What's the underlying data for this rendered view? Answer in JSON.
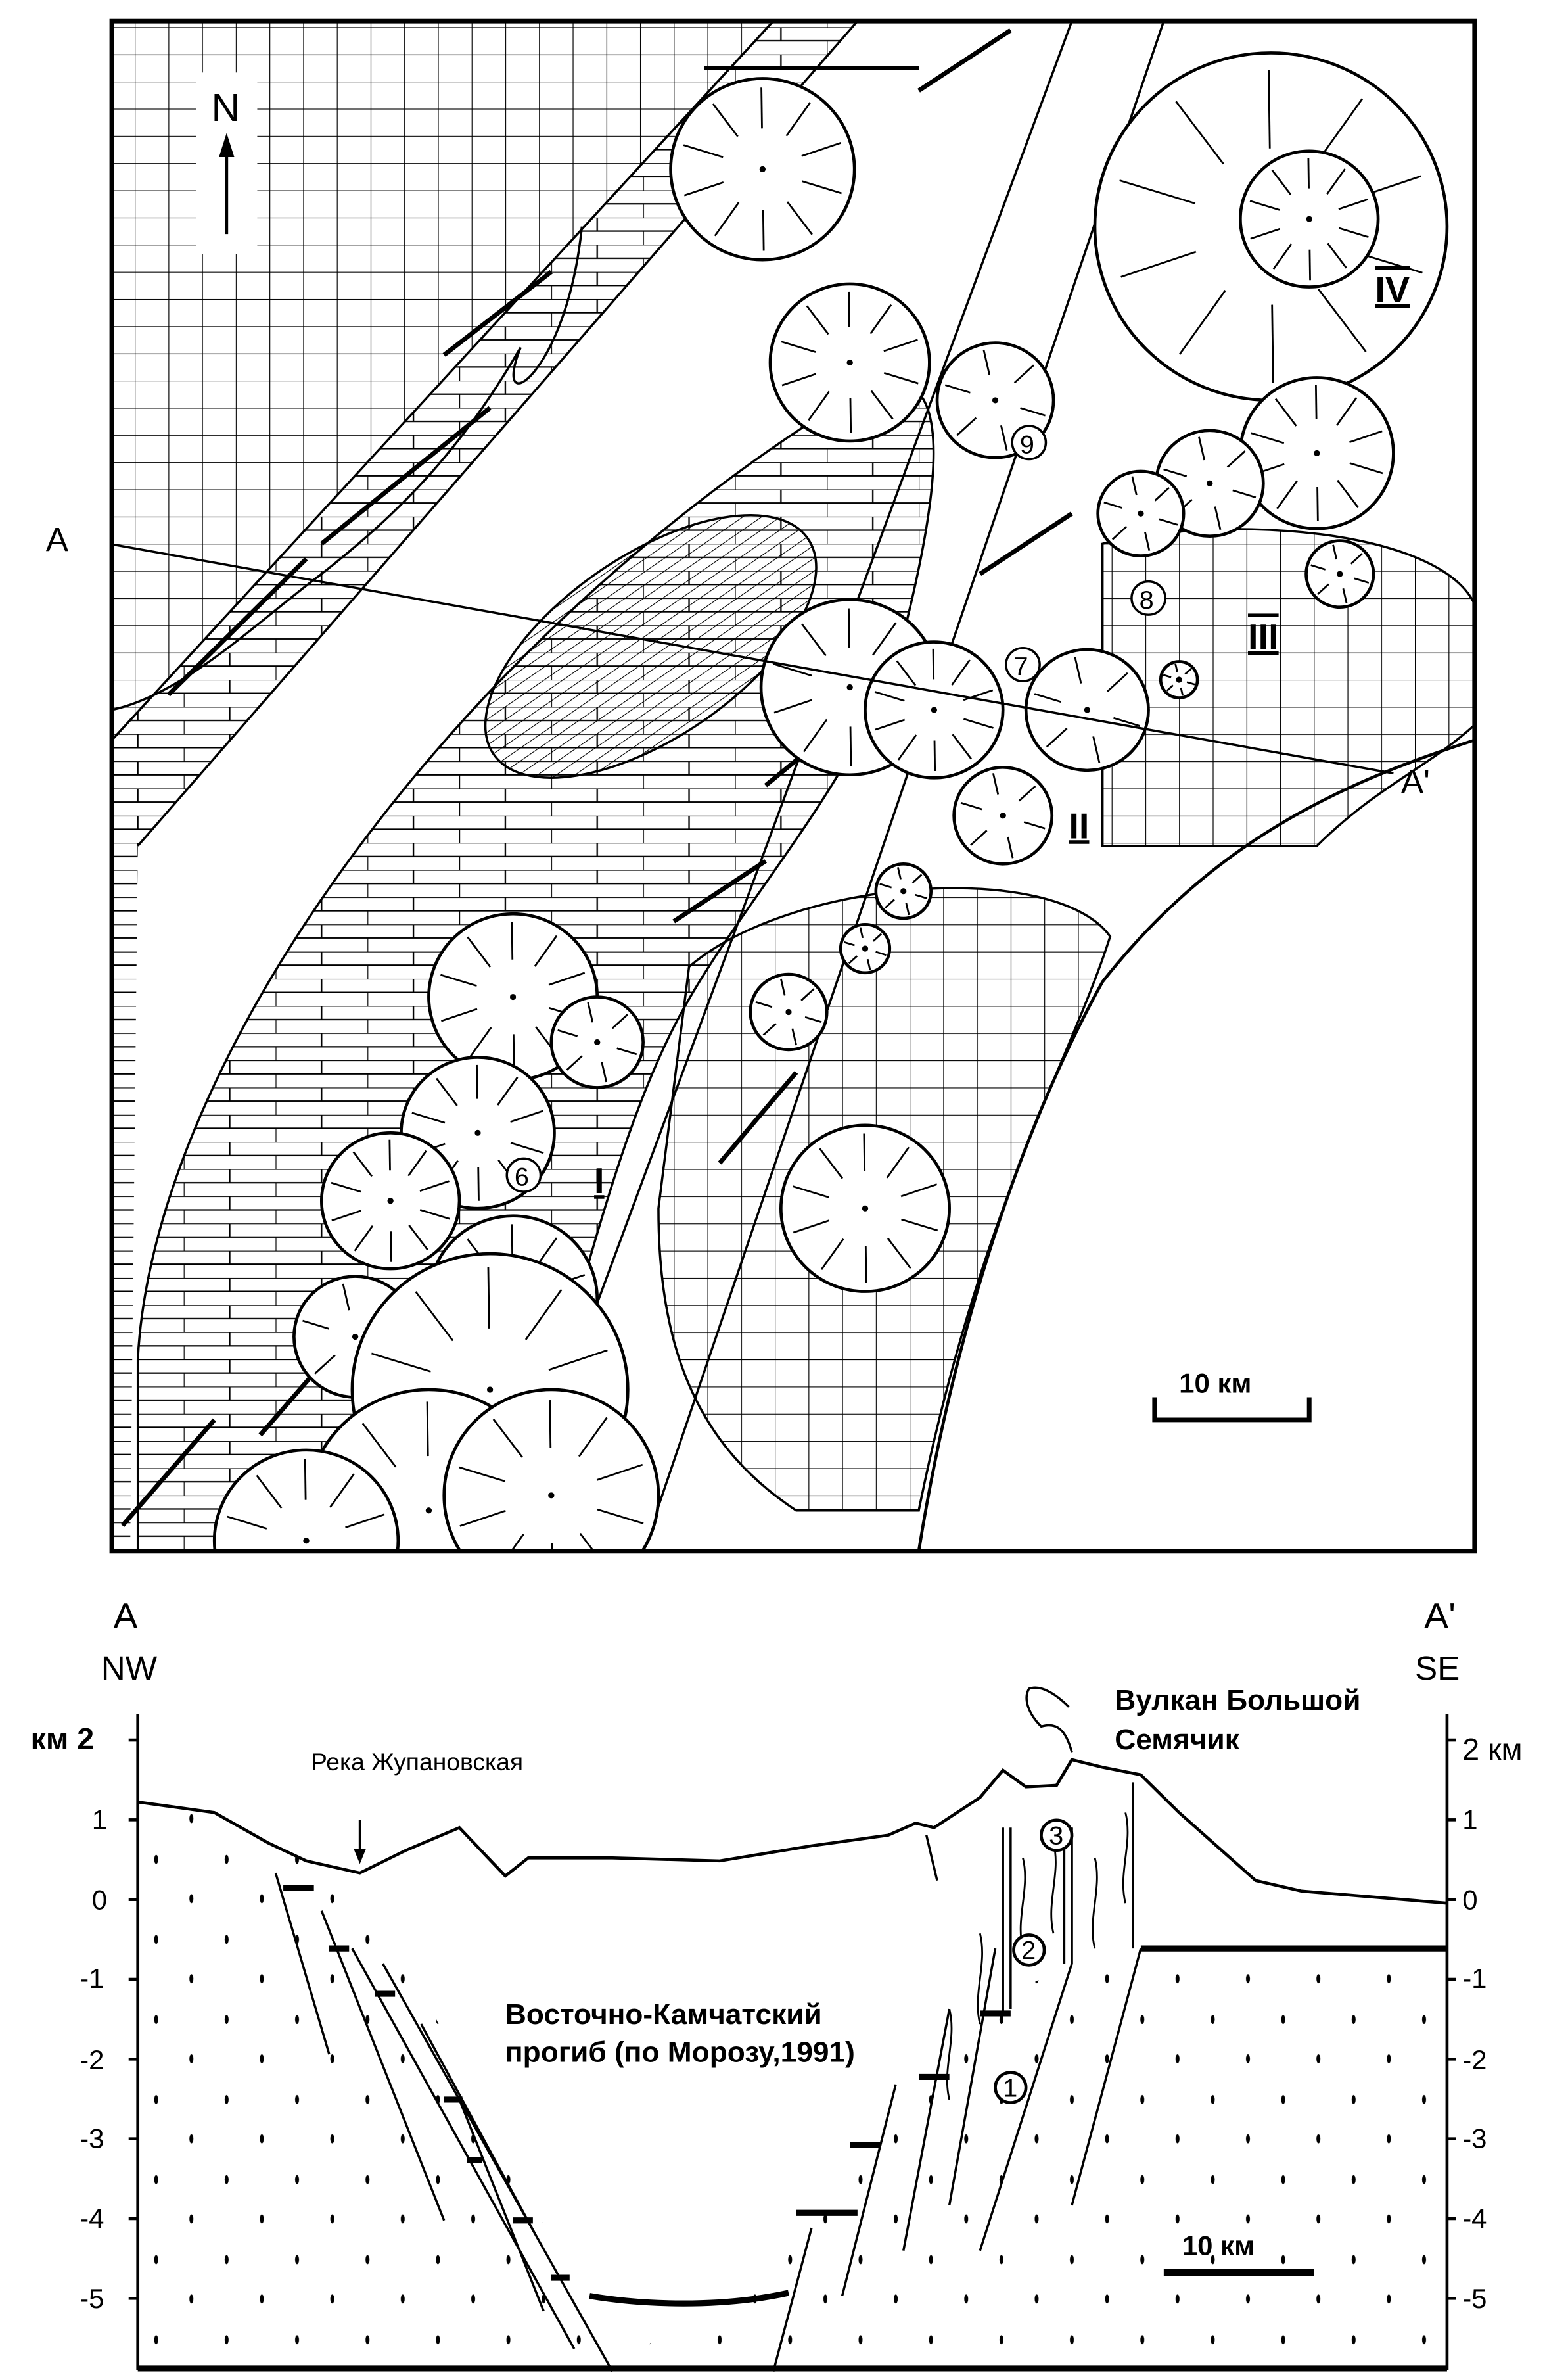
{
  "colors": {
    "ink": "#000000",
    "paper": "#ffffff"
  },
  "map": {
    "north_label": "N",
    "profile_start": "A",
    "profile_end": "A'",
    "volcano_groups": [
      "I",
      "II",
      "III",
      "IV"
    ],
    "point_numbers": [
      "6",
      "7",
      "8",
      "9"
    ],
    "scale_label": "10 км",
    "icons": [
      "north-arrow-icon",
      "volcano-icon",
      "fault-line-icon",
      "scale-bar-icon"
    ]
  },
  "section": {
    "left_end": "A",
    "left_direction": "NW",
    "right_end": "A'",
    "right_direction": "SE",
    "left_axis_ticks": [
      "км 2",
      "1",
      "0",
      "-1",
      "-2",
      "-3",
      "-4",
      "-5"
    ],
    "right_axis_ticks": [
      "2 км",
      "1",
      "0",
      "-1",
      "-2",
      "-3",
      "-4",
      "-5"
    ],
    "river_label": "Река Жупановская",
    "volcano_label_line1": "Вулкан Большой",
    "volcano_label_line2": "Семячик",
    "trough_label_line1": "Восточно-Камчатский",
    "trough_label_line2": "прогиб (по Морозу,1991)",
    "markers": [
      "1",
      "2",
      "3"
    ],
    "scale_label": "10 км"
  }
}
